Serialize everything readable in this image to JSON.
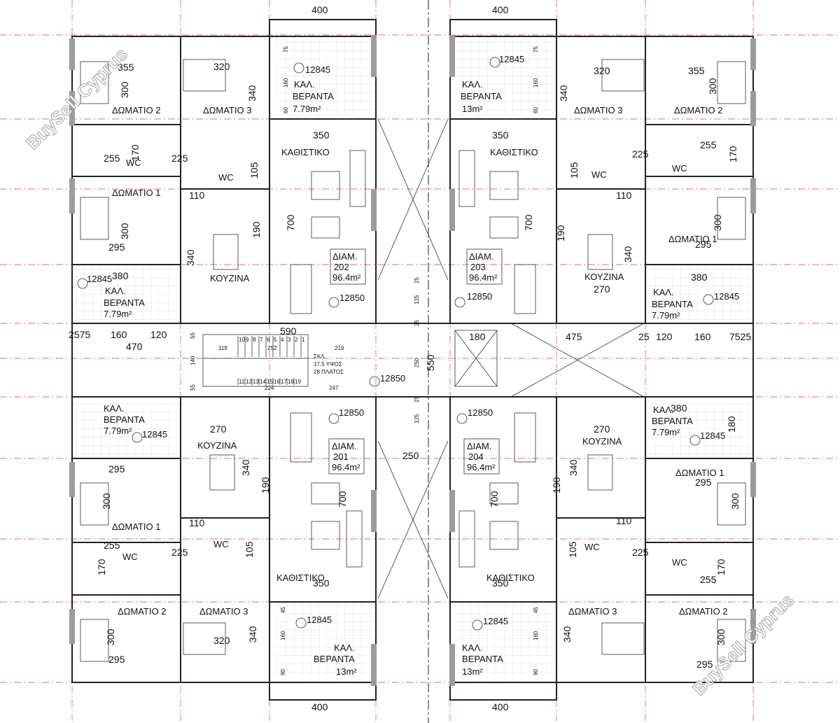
{
  "watermark": {
    "text": "BuySell Cyprus"
  },
  "colors": {
    "walls": "#222222",
    "grid_lines": "#d03a9a",
    "wall_fill": "#9c9c9c"
  },
  "dimensions": {
    "d400": "400",
    "d355": "355",
    "d320": "320",
    "d300": "300",
    "d340": "340",
    "d350": "350",
    "d255": "255",
    "d170": "170",
    "d225": "225",
    "d105": "105",
    "d110": "110",
    "d190": "190",
    "d700": "700",
    "d295": "295",
    "d380": "380",
    "d270": "270",
    "d75": "75",
    "d160": "160",
    "d60": "60",
    "d45": "45",
    "d90": "90",
    "d590": "590",
    "d470": "470",
    "d475": "475",
    "d120": "120",
    "d2575": "2575",
    "d7525": "7525",
    "d25": "25",
    "d180": "180",
    "d180b": "180",
    "d550": "550",
    "d250": "250",
    "d125": "125",
    "d119": "119",
    "d252": "252",
    "d224": "224",
    "d219": "219",
    "d247": "247",
    "d140": "140",
    "d55": "55"
  },
  "levels": {
    "l12845": "12845",
    "l12850": "12850"
  },
  "rooms": {
    "bedroom1": "ΔΩΜΑΤΙΟ 1",
    "bedroom2": "ΔΩΜΑΤΙΟ 2",
    "bedroom3": "ΔΩΜΑΤΙΟ 3",
    "wc": "WC",
    "living": "ΚΑΘΙΣΤΙΚΟ",
    "kitchen": "ΚΟΥΖΙΝΑ",
    "veranda_line1": "ΚΑΛ.",
    "veranda_line2": "ΒΕΡΑΝΤΑ",
    "veranda_area_small": "7.79m²",
    "veranda_area_large": "13m²"
  },
  "apartments": [
    {
      "line1": "ΔΙΑΜ.",
      "number": "202",
      "area": "96.4m²"
    },
    {
      "line1": "ΔΙΑΜ.",
      "number": "203",
      "area": "96.4m²"
    },
    {
      "line1": "ΔΙΑΜ.",
      "number": "201",
      "area": "96.4m²"
    },
    {
      "line1": "ΔΙΑΜ.",
      "number": "204",
      "area": "96.4m²"
    }
  ],
  "stairs": {
    "line1": "ΣΚΛ",
    "line2": "17.5 ΥΨΟΣ",
    "line3": "28 ΠΛΑΤΟΣ",
    "top_steps": [
      "10",
      "9",
      "8",
      "7",
      "6",
      "5",
      "4",
      "3",
      "2",
      "1"
    ],
    "bottom_steps": [
      "11",
      "12",
      "13",
      "14",
      "15",
      "16",
      "17",
      "18",
      "19"
    ]
  }
}
